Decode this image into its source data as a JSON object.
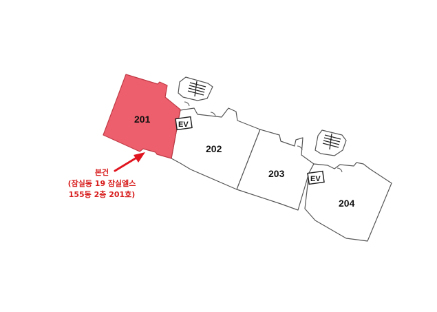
{
  "units": [
    {
      "id": "201",
      "label": "201",
      "highlighted": true
    },
    {
      "id": "202",
      "label": "202",
      "highlighted": false
    },
    {
      "id": "203",
      "label": "203",
      "highlighted": false
    },
    {
      "id": "204",
      "label": "204",
      "highlighted": false
    }
  ],
  "elevators": [
    {
      "label": "EV"
    },
    {
      "label": "EV"
    }
  ],
  "annotation": {
    "line1": "본건",
    "line2": "(잠실동 19 잠실엘스",
    "line3": "155동 2층 201호)"
  },
  "colors": {
    "highlight_fill": "#ee5f6d",
    "arrow": "#e0141e",
    "note_text": "#d81e1e",
    "outline": "#555555"
  }
}
